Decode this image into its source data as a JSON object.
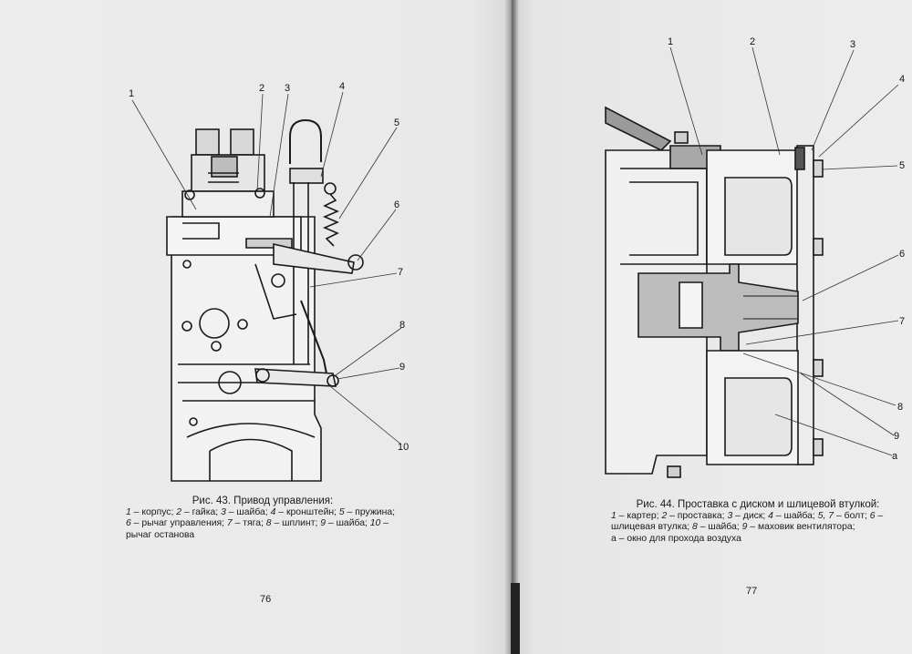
{
  "left": {
    "figure": {
      "labels": [
        "1",
        "2",
        "3",
        "4",
        "5",
        "6",
        "7",
        "8",
        "9",
        "10"
      ]
    },
    "caption": {
      "title": "Рис. 43. Привод управления:",
      "legend": [
        {
          "num": "1",
          "text": "корпус;"
        },
        {
          "num": "2",
          "text": "гайка;"
        },
        {
          "num": "3",
          "text": "шайба;"
        },
        {
          "num": "4",
          "text": "кронштейн;"
        },
        {
          "num": "5",
          "text": "пружина;"
        },
        {
          "num": "6",
          "text": "рычаг управления;"
        },
        {
          "num": "7",
          "text": "тяга;"
        },
        {
          "num": "8",
          "text": "шплинт;"
        },
        {
          "num": "9",
          "text": "шайба;"
        },
        {
          "num": "10",
          "text": "рычаг останова"
        }
      ]
    },
    "page_number": "76"
  },
  "right": {
    "figure": {
      "labels": [
        "1",
        "2",
        "3",
        "4",
        "5",
        "6",
        "7",
        "8",
        "9",
        "a"
      ]
    },
    "caption": {
      "title": "Рис. 44. Проставка с диском и шлицевой втулкой:",
      "legend": [
        {
          "num": "1",
          "text": "картер;"
        },
        {
          "num": "2",
          "text": "проставка;"
        },
        {
          "num": "3",
          "text": "диск;"
        },
        {
          "num": "4",
          "text": "шайба;"
        },
        {
          "num": "5, 7",
          "text": "болт;"
        },
        {
          "num": "6",
          "text": "шлицевая втулка;"
        },
        {
          "num": "8",
          "text": "шайба;"
        },
        {
          "num": "9",
          "text": "маховик вентилятора;"
        }
      ],
      "note_key": "а",
      "note_text": "окно для прохода воздуха"
    },
    "page_number": "77"
  }
}
